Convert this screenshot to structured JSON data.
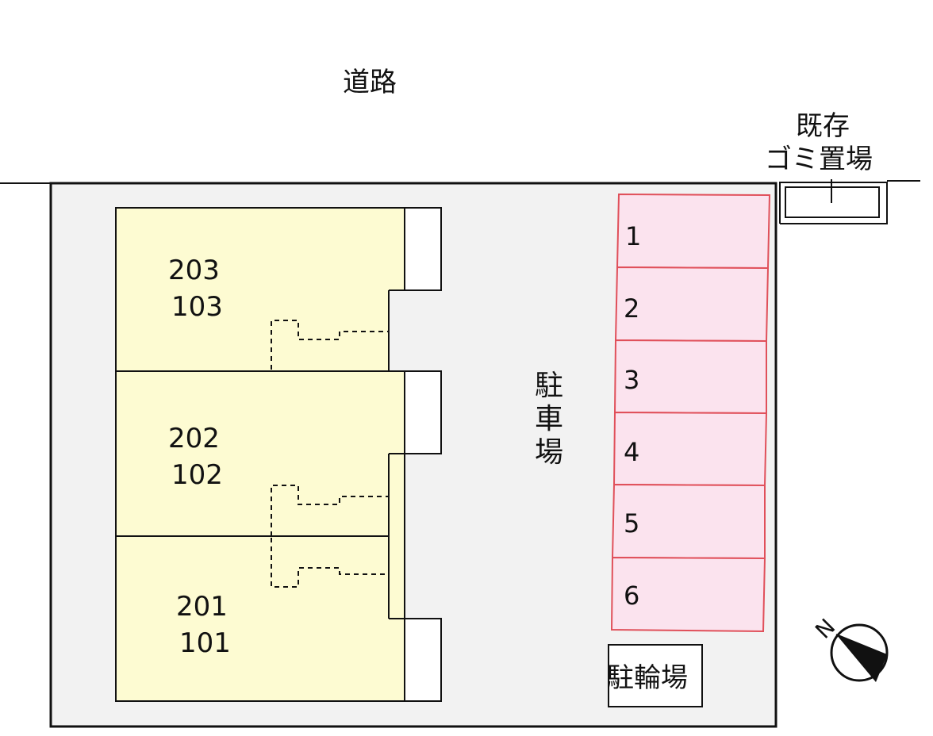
{
  "road_label": "道路",
  "garbage": {
    "line1": "既存",
    "line2": "ゴミ置場"
  },
  "parking_label": [
    "駐",
    "車",
    "場"
  ],
  "bicycle_parking_label": "駐輪場",
  "compass_letter": "N",
  "units": [
    {
      "upper": "203",
      "lower": "103"
    },
    {
      "upper": "202",
      "lower": "102"
    },
    {
      "upper": "201",
      "lower": "101"
    }
  ],
  "parking_slots": [
    "1",
    "2",
    "3",
    "4",
    "5",
    "6"
  ],
  "colors": {
    "site_fill": "#f2f2f2",
    "building_fill": "#fdfbd2",
    "slot_fill": "#fbe3ee",
    "slot_border": "#e0505a",
    "outline": "#111111"
  }
}
